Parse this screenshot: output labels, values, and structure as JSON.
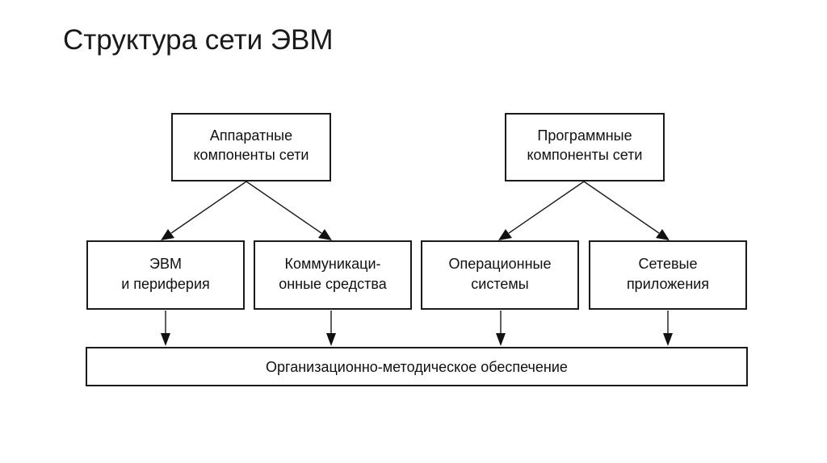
{
  "slide": {
    "title": "Структура сети ЭВМ"
  },
  "diagram": {
    "hardware": [
      "Аппаратные",
      "компоненты сети"
    ],
    "software": [
      "Программные",
      "компоненты сети"
    ],
    "computers": [
      "ЭВМ",
      "и периферия"
    ],
    "comm": [
      "Коммуникаци-",
      "онные средства"
    ],
    "os": [
      "Операционные",
      "системы"
    ],
    "apps": [
      "Сетевые",
      "приложения"
    ],
    "support": [
      "Организационно-методическое обеспечение"
    ]
  }
}
